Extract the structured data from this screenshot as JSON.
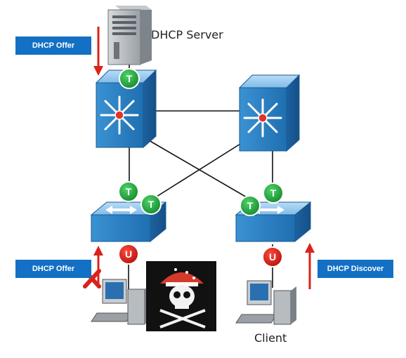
{
  "labels": {
    "server": "DHCP Server",
    "client": "Client"
  },
  "callouts": {
    "offer_top": "DHCP Offer",
    "offer_rogue": "DHCP Offer",
    "discover": "DHCP Discover"
  },
  "port_marks": {
    "trusted": "T",
    "untrusted": "U"
  },
  "colors": {
    "callout_bg": "#1370c4",
    "trusted_port": "#1f9e3a",
    "untrusted_port": "#e0221b",
    "arrow": "#d9231b",
    "switch_body": "#2c83c7",
    "switch_top": "#8fc8f0"
  },
  "icons": {
    "server": "server-tower-icon",
    "core_switch": "multilayer-switch-icon",
    "access_switch": "workgroup-switch-icon",
    "pc": "desktop-pc-icon",
    "rogue": "skull-crossbones-icon",
    "blocked": "red-x-icon"
  }
}
